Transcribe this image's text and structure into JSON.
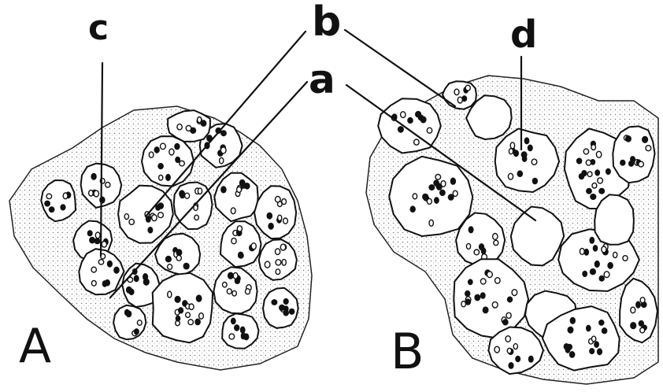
{
  "labels": {
    "c": "c",
    "b": "b",
    "a": "a",
    "d": "d",
    "panel_a": "A",
    "panel_b": "B"
  },
  "colors": {
    "ink": "#111111",
    "cell_fill": "#ffffff",
    "stipple": "#8a8a8a"
  }
}
